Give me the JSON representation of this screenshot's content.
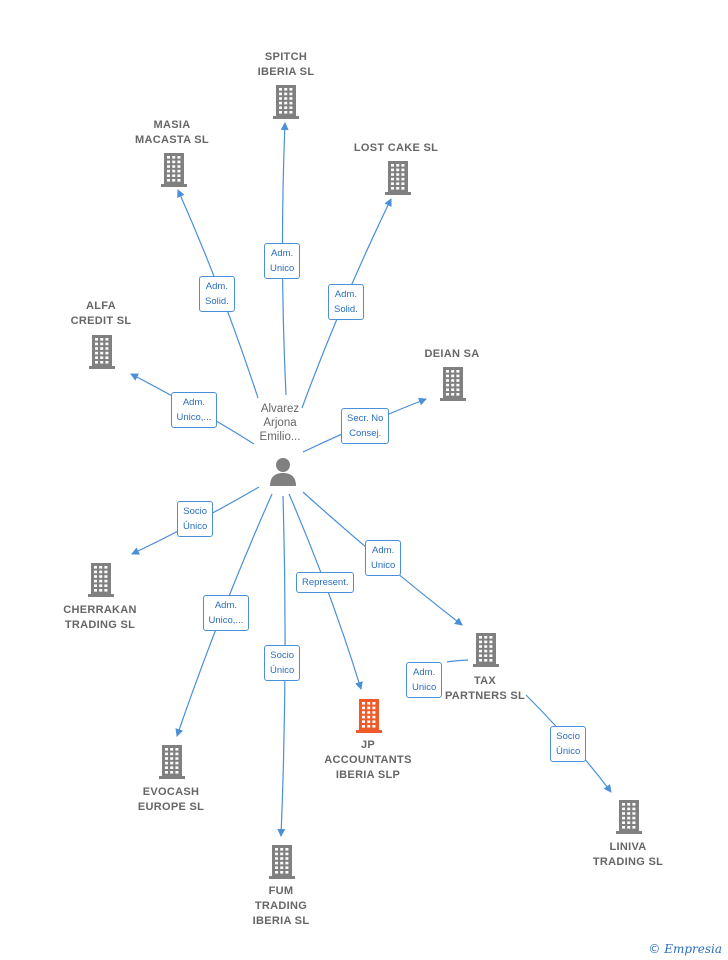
{
  "person": {
    "name": "Alvarez\nArjona\nEmilio..."
  },
  "companies": [
    {
      "id": "spitch",
      "label": "SPITCH\nIBERIA  SL",
      "highlight": false
    },
    {
      "id": "masia",
      "label": "MASIA\nMACASTA SL",
      "highlight": false
    },
    {
      "id": "lostcake",
      "label": "LOST CAKE  SL",
      "highlight": false
    },
    {
      "id": "alfa",
      "label": "ALFA\nCREDIT  SL",
      "highlight": false
    },
    {
      "id": "deian",
      "label": "DEIAN SA",
      "highlight": false
    },
    {
      "id": "cherrakan",
      "label": "CHERRAKAN\nTRADING  SL",
      "highlight": false
    },
    {
      "id": "taxpartners",
      "label": "TAX\nPARTNERS  SL",
      "highlight": false
    },
    {
      "id": "jp",
      "label": "JP\nACCOUNTANTS\nIBERIA  SLP",
      "highlight": true
    },
    {
      "id": "evocash",
      "label": "EVOCASH\nEUROPE  SL",
      "highlight": false
    },
    {
      "id": "fum",
      "label": "FUM\nTRADING\nIBERIA  SL",
      "highlight": false
    },
    {
      "id": "liniva",
      "label": "LINIVA\nTRADING  SL",
      "highlight": false
    }
  ],
  "relations": [
    {
      "from": "person",
      "to": "spitch",
      "label": "Adm.\nUnico"
    },
    {
      "from": "person",
      "to": "masia",
      "label": "Adm.\nSolid."
    },
    {
      "from": "person",
      "to": "lostcake",
      "label": "Adm.\nSolid."
    },
    {
      "from": "person",
      "to": "alfa",
      "label": "Adm.\nUnico,..."
    },
    {
      "from": "person",
      "to": "deian",
      "label": "Secr.  No\nConsej."
    },
    {
      "from": "person",
      "to": "cherrakan",
      "label": "Socio\nÚnico"
    },
    {
      "from": "person",
      "to": "taxpartners",
      "label": "Adm.\nUnico"
    },
    {
      "from": "person",
      "to": "jp",
      "label": "Represent."
    },
    {
      "from": "person",
      "to": "evocash",
      "label": "Adm.\nUnico,..."
    },
    {
      "from": "person",
      "to": "fum",
      "label": "Socio\nÚnico"
    },
    {
      "from": "taxpartners",
      "to": "jp",
      "label": "Adm.\nUnico"
    },
    {
      "from": "taxpartners",
      "to": "liniva",
      "label": "Socio\nÚnico"
    }
  ],
  "colors": {
    "edge": "#4a90d9",
    "node": "#808080",
    "highlight": "#f05a28"
  },
  "footer": {
    "copyright_symbol": "©",
    "brand": "Empresia"
  }
}
